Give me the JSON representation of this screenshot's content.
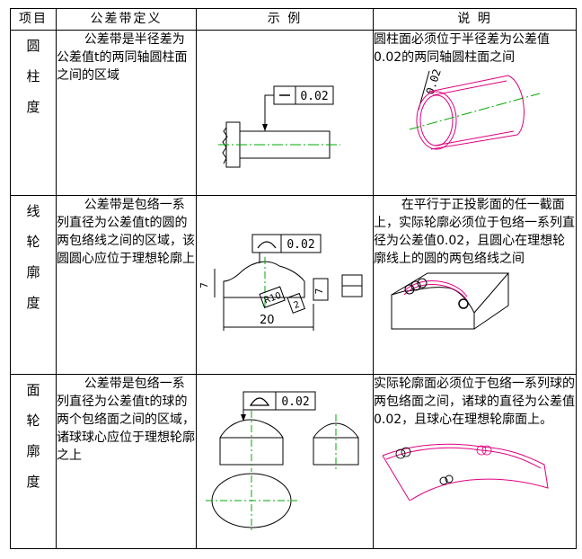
{
  "headers": {
    "item": "项目",
    "definition": "公差带定义",
    "example": "示  例",
    "explanation": "说  明"
  },
  "rows": [
    {
      "item": [
        "圆",
        "柱",
        "度"
      ],
      "definition": "公差带是半径差为公差值t的两同轴圆柱面之间的区域",
      "example": {
        "frame_value": "0.02"
      },
      "explanation": "圆柱面必须位于半径差为公差值0.02的两同轴圆柱面之间",
      "figure_label": "0.02"
    },
    {
      "item": [
        "线",
        "轮",
        "廓",
        "度"
      ],
      "definition": "公差带是包络一系列直径为公差值t的圆的两包络线之间的区域，该圆圆心应位于理想轮廓上",
      "example": {
        "frame_value": "0.02",
        "dim_h": "20",
        "dim_v": "7",
        "radius": "R10",
        "box_a": "2",
        "box_b": "7"
      },
      "explanation": "在平行于正投影面的任一截面上，实际轮廓必须位于包络一系列直径为公差值0.02，且圆心在理想轮廓线上的圆的两包络线之间"
    },
    {
      "item": [
        "面",
        "轮",
        "廓",
        "度"
      ],
      "definition": "公差带是包络一系列直径为公差值t的球的两个包络面之间的区域，诸球球心应位于理想轮廓之上",
      "example": {
        "frame_value": "0.02"
      },
      "explanation": "实际轮廓面必须位于包络一系列球的两包络面之间，诸球的直径为公差值0.02，且球心在理想轮廓面上。"
    }
  ],
  "colors": {
    "centerline": "#00aa00",
    "tolerance_zone": "#e0007f",
    "line": "#000000"
  }
}
